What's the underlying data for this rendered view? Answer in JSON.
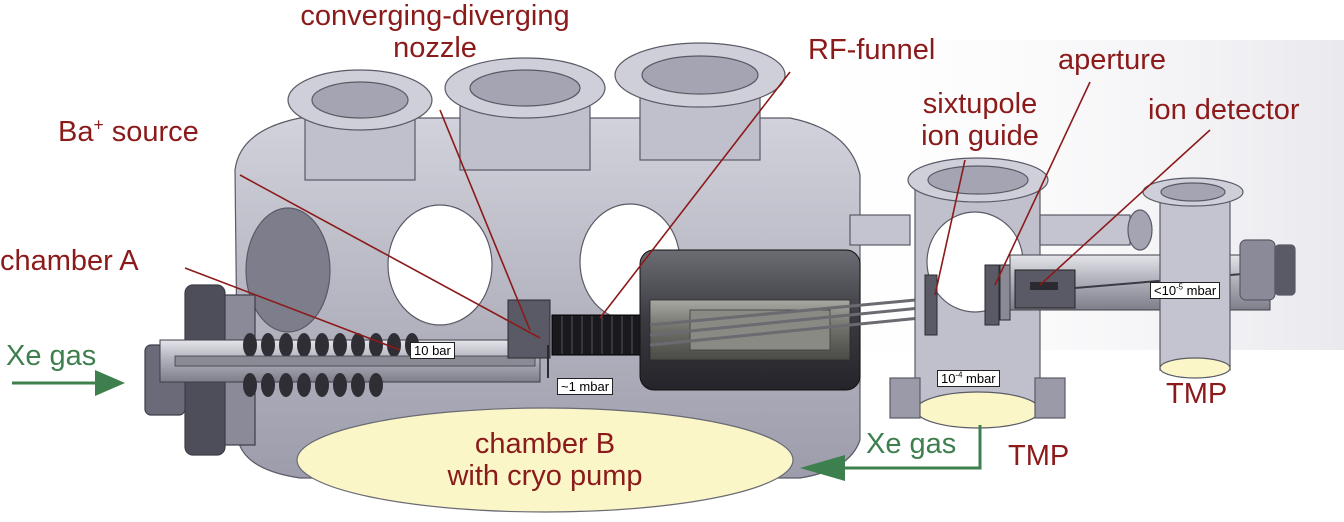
{
  "labels": {
    "nozzle_line1": "converging-diverging",
    "nozzle_line2": "nozzle",
    "rf_funnel": "RF-funnel",
    "aperture": "aperture",
    "ba_source_main": "Ba",
    "ba_source_sup": "+",
    "ba_source_rest": " source",
    "sixtupole_line1": "sixtupole",
    "sixtupole_line2": "ion guide",
    "ion_detector": "ion detector",
    "chamber_a": "chamber A",
    "xe_gas_left": "Xe gas",
    "xe_gas_right": "Xe gas",
    "chamber_b_line1": "chamber B",
    "chamber_b_line2": "with cryo pump",
    "tmp_right": "TMP",
    "tmp_middle": "TMP"
  },
  "pressure_tags": {
    "p1": "10 bar",
    "p2": "~1 mbar",
    "p3_base": "10",
    "p3_exp": "-4",
    "p3_unit": " mbar",
    "p4_prefix": "<10",
    "p4_exp": "-5",
    "p4_unit": " mbar"
  },
  "colors": {
    "label_red": "#8b1a1a",
    "label_green": "#3e7f4e",
    "steel": "#b8b8c4",
    "steel_dark": "#8e8e9c",
    "cryo_pump": "#fbf6c8"
  }
}
